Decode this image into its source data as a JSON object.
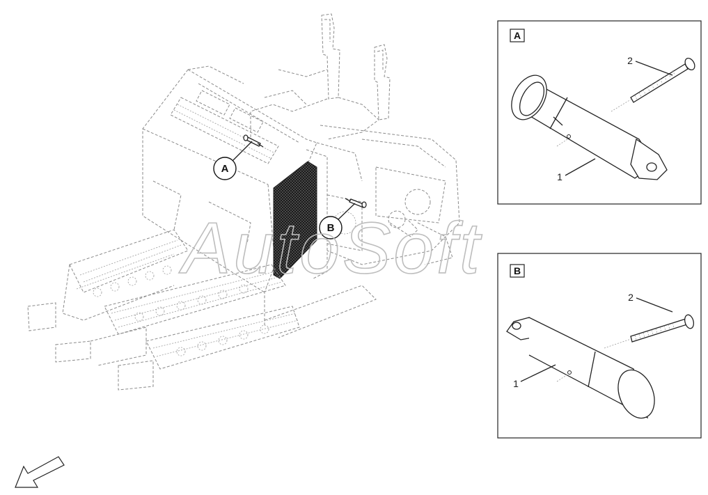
{
  "watermark": "AutoSoft",
  "overview": {
    "callout_a": "A",
    "callout_b": "B"
  },
  "detail_a": {
    "tag": "A",
    "label_1": "1",
    "label_2": "2"
  },
  "detail_b": {
    "tag": "B",
    "label_1": "1",
    "label_2": "2"
  },
  "colors": {
    "line": "#222222",
    "phantom": "#8a8a8a",
    "watermark": "#bdbdbd",
    "grille": "#2b2b2b"
  },
  "icons": [
    "direction-arrow-icon"
  ]
}
